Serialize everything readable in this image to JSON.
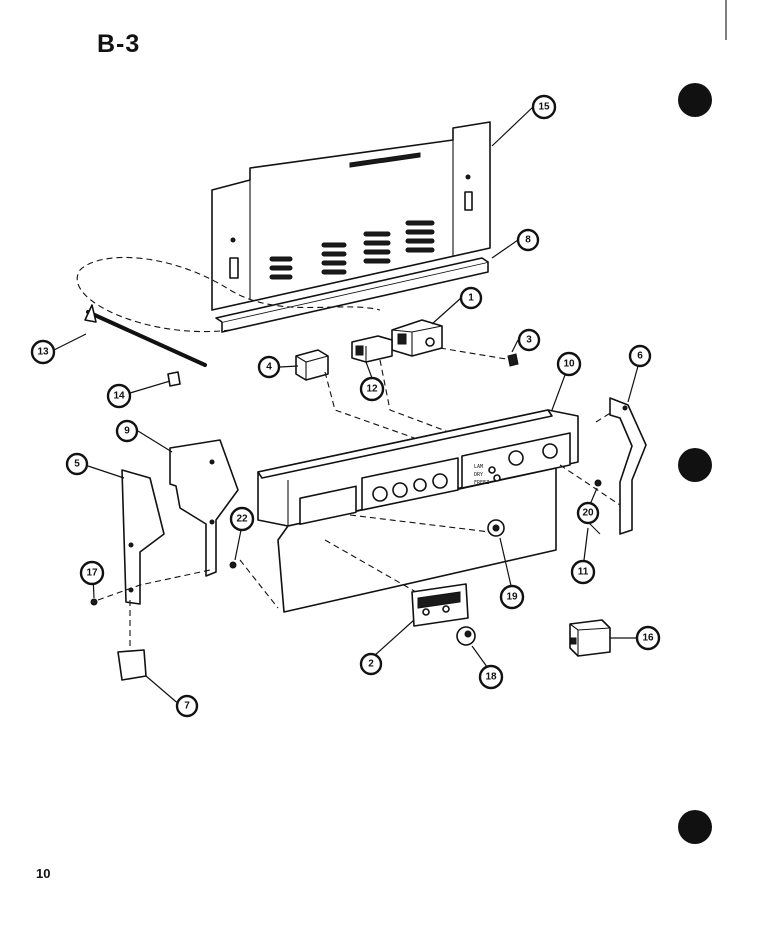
{
  "section_title": "B-3",
  "page_number": "10",
  "callouts": [
    {
      "label": "15"
    },
    {
      "label": "8"
    },
    {
      "label": "1"
    },
    {
      "label": "3"
    },
    {
      "label": "13"
    },
    {
      "label": "4"
    },
    {
      "label": "12"
    },
    {
      "label": "14"
    },
    {
      "label": "10"
    },
    {
      "label": "6"
    },
    {
      "label": "9"
    },
    {
      "label": "5"
    },
    {
      "label": "22"
    },
    {
      "label": "17"
    },
    {
      "label": "20"
    },
    {
      "label": "11"
    },
    {
      "label": "19"
    },
    {
      "label": "2"
    },
    {
      "label": "18"
    },
    {
      "label": "16"
    },
    {
      "label": "7"
    }
  ],
  "panel_labels": [
    "LAM",
    "DRY",
    "FREEZ"
  ],
  "colors": {
    "ink": "#111111",
    "paper": "#ffffff"
  }
}
